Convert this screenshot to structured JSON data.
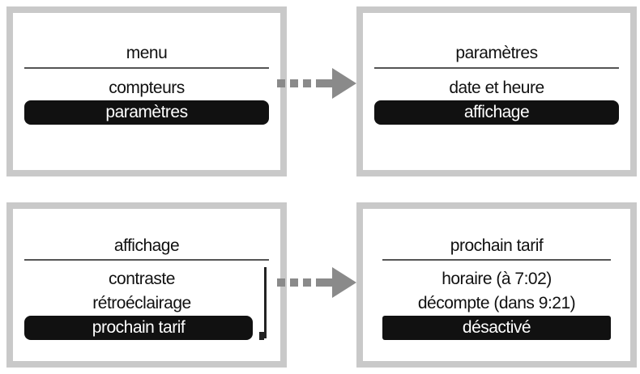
{
  "screens": [
    {
      "title": "menu",
      "items": [
        "compteurs",
        "paramètres"
      ],
      "selected": "paramètres"
    },
    {
      "title": "paramètres",
      "items": [
        "date et heure",
        "affichage"
      ],
      "selected": "affichage"
    },
    {
      "title": "affichage",
      "items": [
        "contraste",
        "rétroéclairage",
        "prochain tarif"
      ],
      "selected": "prochain tarif"
    },
    {
      "title": "prochain tarif",
      "items": [
        "horaire (à 7:02)",
        "décompte (dans 9:21)",
        "désactivé"
      ],
      "selected": "désactivé"
    }
  ],
  "colors": {
    "frame": "#c9c9c9",
    "highlight": "#111111",
    "arrow": "#8a8a8a"
  },
  "icons": [
    "dashed-arrow-right-icon",
    "scrollbar-icon"
  ]
}
